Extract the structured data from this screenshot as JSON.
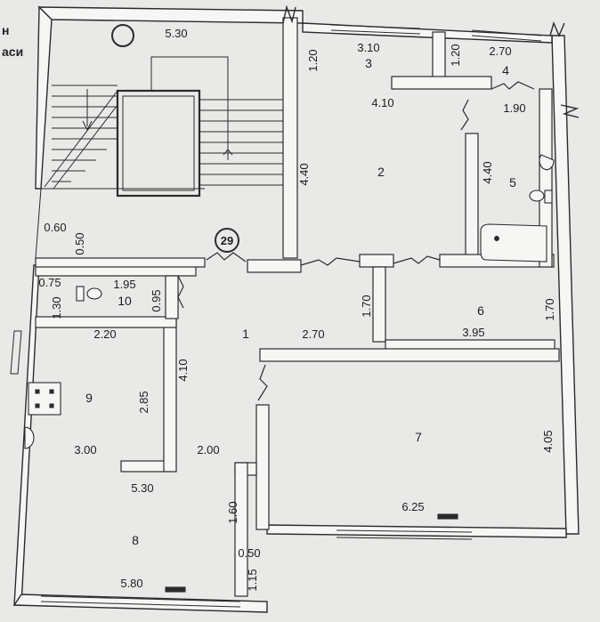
{
  "edge_text": {
    "top": "н",
    "bottom": "аси"
  },
  "apartment_number": "29",
  "rooms": [
    {
      "id": "r1",
      "label": "1"
    },
    {
      "id": "r2",
      "label": "2"
    },
    {
      "id": "r3",
      "label": "3"
    },
    {
      "id": "r4",
      "label": "4"
    },
    {
      "id": "r5",
      "label": "5"
    },
    {
      "id": "r6",
      "label": "6"
    },
    {
      "id": "r7",
      "label": "7"
    },
    {
      "id": "r8",
      "label": "8"
    },
    {
      "id": "r9",
      "label": "9"
    },
    {
      "id": "r10",
      "label": "10"
    }
  ],
  "dimensions": {
    "d_530_top": "5.30",
    "d_310": "3.10",
    "d_120_a": "1.20",
    "d_120_b": "1.20",
    "d_270_r4": "2.70",
    "d_410_r2": "4.10",
    "d_190": "1.90",
    "d_440_a": "4.40",
    "d_440_b": "4.40",
    "d_060": "0.60",
    "d_050_a": "0.50",
    "d_075": "0.75",
    "d_130": "1.30",
    "d_195": "1.95",
    "d_095": "0.95",
    "d_170_a": "1.70",
    "d_170_b": "1.70",
    "d_220": "2.20",
    "d_270_r1": "2.70",
    "d_395": "3.95",
    "d_410_r1": "4.10",
    "d_285": "2.85",
    "d_300": "3.00",
    "d_200": "2.00",
    "d_405": "4.05",
    "d_530_r8": "5.30",
    "d_160": "1.60",
    "d_625": "6.25",
    "d_050_b": "0.50",
    "d_115": "1.15",
    "d_580": "5.80"
  },
  "colors": {
    "background": "#e9e9e7",
    "line": "#2b2b2b",
    "wall_fill": "#f6f6f4"
  }
}
